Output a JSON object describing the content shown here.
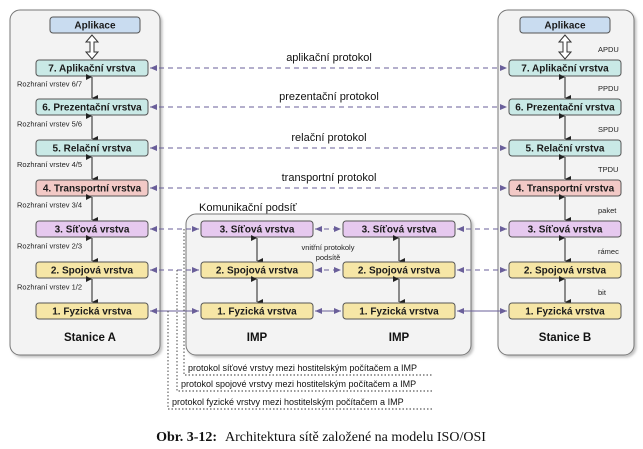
{
  "station_a": {
    "name": "Stanice A",
    "app": "Aplikace",
    "layers": [
      "7. Aplikační vrstva",
      "6. Prezentační vrstva",
      "5. Relační vrstva",
      "4. Transportní vrstva",
      "3. Síťová vrstva",
      "2. Spojová vrstva",
      "1. Fyzická vrstva"
    ],
    "interfaces": [
      "Rozhraní vrstev 6/7",
      "Rozhraní vrstev 5/6",
      "Rozhraní vrstev 4/5",
      "Rozhraní vrstev 3/4",
      "Rozhraní vrstev 2/3",
      "Rozhraní vrstev 1/2"
    ]
  },
  "station_b": {
    "name": "Stanice B",
    "app": "Aplikace",
    "layers": [
      "7. Aplikační vrstva",
      "6. Prezentační vrstva",
      "5. Relační vrstva",
      "4. Transportní vrstva",
      "3. Síťová vrstva",
      "2. Spojová vrstva",
      "1. Fyzická vrstva"
    ],
    "pdus": [
      "APDU",
      "PPDU",
      "SPDU",
      "TPDU",
      "paket",
      "rámec",
      "bit"
    ]
  },
  "subnet": {
    "title": "Komunikační podsíť",
    "note": "vnitřní protokoly podsítě",
    "imp_label": "IMP",
    "imp_layers": [
      "3. Síťová vrstva",
      "2. Spojová vrstva",
      "1. Fyzická vrstva"
    ]
  },
  "protocols": [
    "aplikační protokol",
    "prezentační protokol",
    "relační protokol",
    "transportní protokol"
  ],
  "host_protocol_notes": [
    "protokol síťové vrstvy mezi hostitelským počítačem a IMP",
    "protokol spojové vrstvy mezi hostitelským počítačem a IMP",
    "protokol fyzické vrstvy mezi hostitelským počítačem a IMP"
  ],
  "caption": {
    "prefix": "Obr. 3-12:",
    "text": "Architektura sítě založené na modelu ISO/OSI"
  },
  "colors": {
    "app_box": "#c9dcf0",
    "upper_layers": "#c9e9e6",
    "transport": "#f2c9c6",
    "network": "#e6c9ef",
    "datalink": "#f6e6a6",
    "physical": "#f6e6a6",
    "stroke": "#555555",
    "dash_line": "#6a5f9a"
  }
}
